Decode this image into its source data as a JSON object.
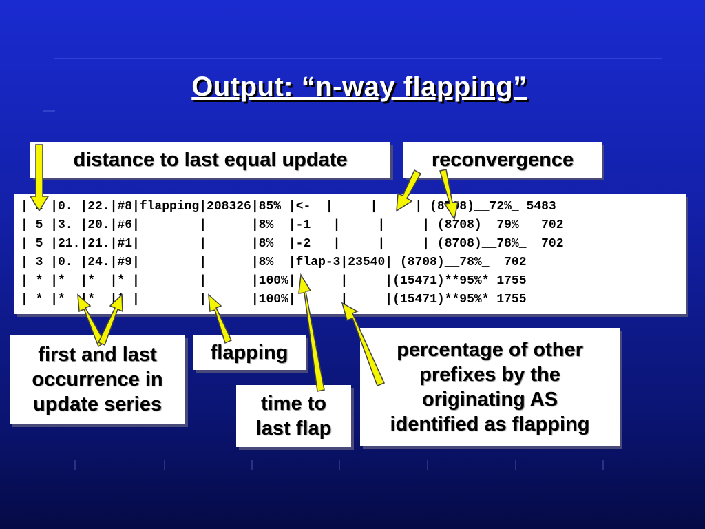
{
  "title": "Output: “n-way flapping”",
  "labels": {
    "distance": "distance to last equal update",
    "reconvergence": "reconvergence",
    "first_last": [
      "first and last",
      "occurrence in",
      "update series"
    ],
    "flapping": "flapping",
    "time_to_last_flap": [
      "time to",
      "last flap"
    ],
    "percentage": [
      "percentage of other",
      "prefixes by the",
      "originating AS",
      "identified as flapping"
    ]
  },
  "table_lines": [
    "| 2 |0. |22.|#8|flapping|208326|85% |<-  |     |     | (8708)__72%_ 5483",
    "| 5 |3. |20.|#6|        |      |8%  |-1   |     |     | (8708)__79%_  702",
    "| 5 |21.|21.|#1|        |      |8%  |-2   |     |     | (8708)__78%_  702",
    "| 3 |0. |24.|#9|        |      |8%  |flap-3|23540| (8708)__78%_  702",
    "| * |*  |*  |* |        |      |100%|      |     |(15471)**95%* 1755",
    "| * |*  |*  |* |        |      |100%|      |     |(15471)**95%* 1755"
  ],
  "colors": {
    "arrow_fill": "#f5f500",
    "arrow_stroke": "#444444"
  }
}
